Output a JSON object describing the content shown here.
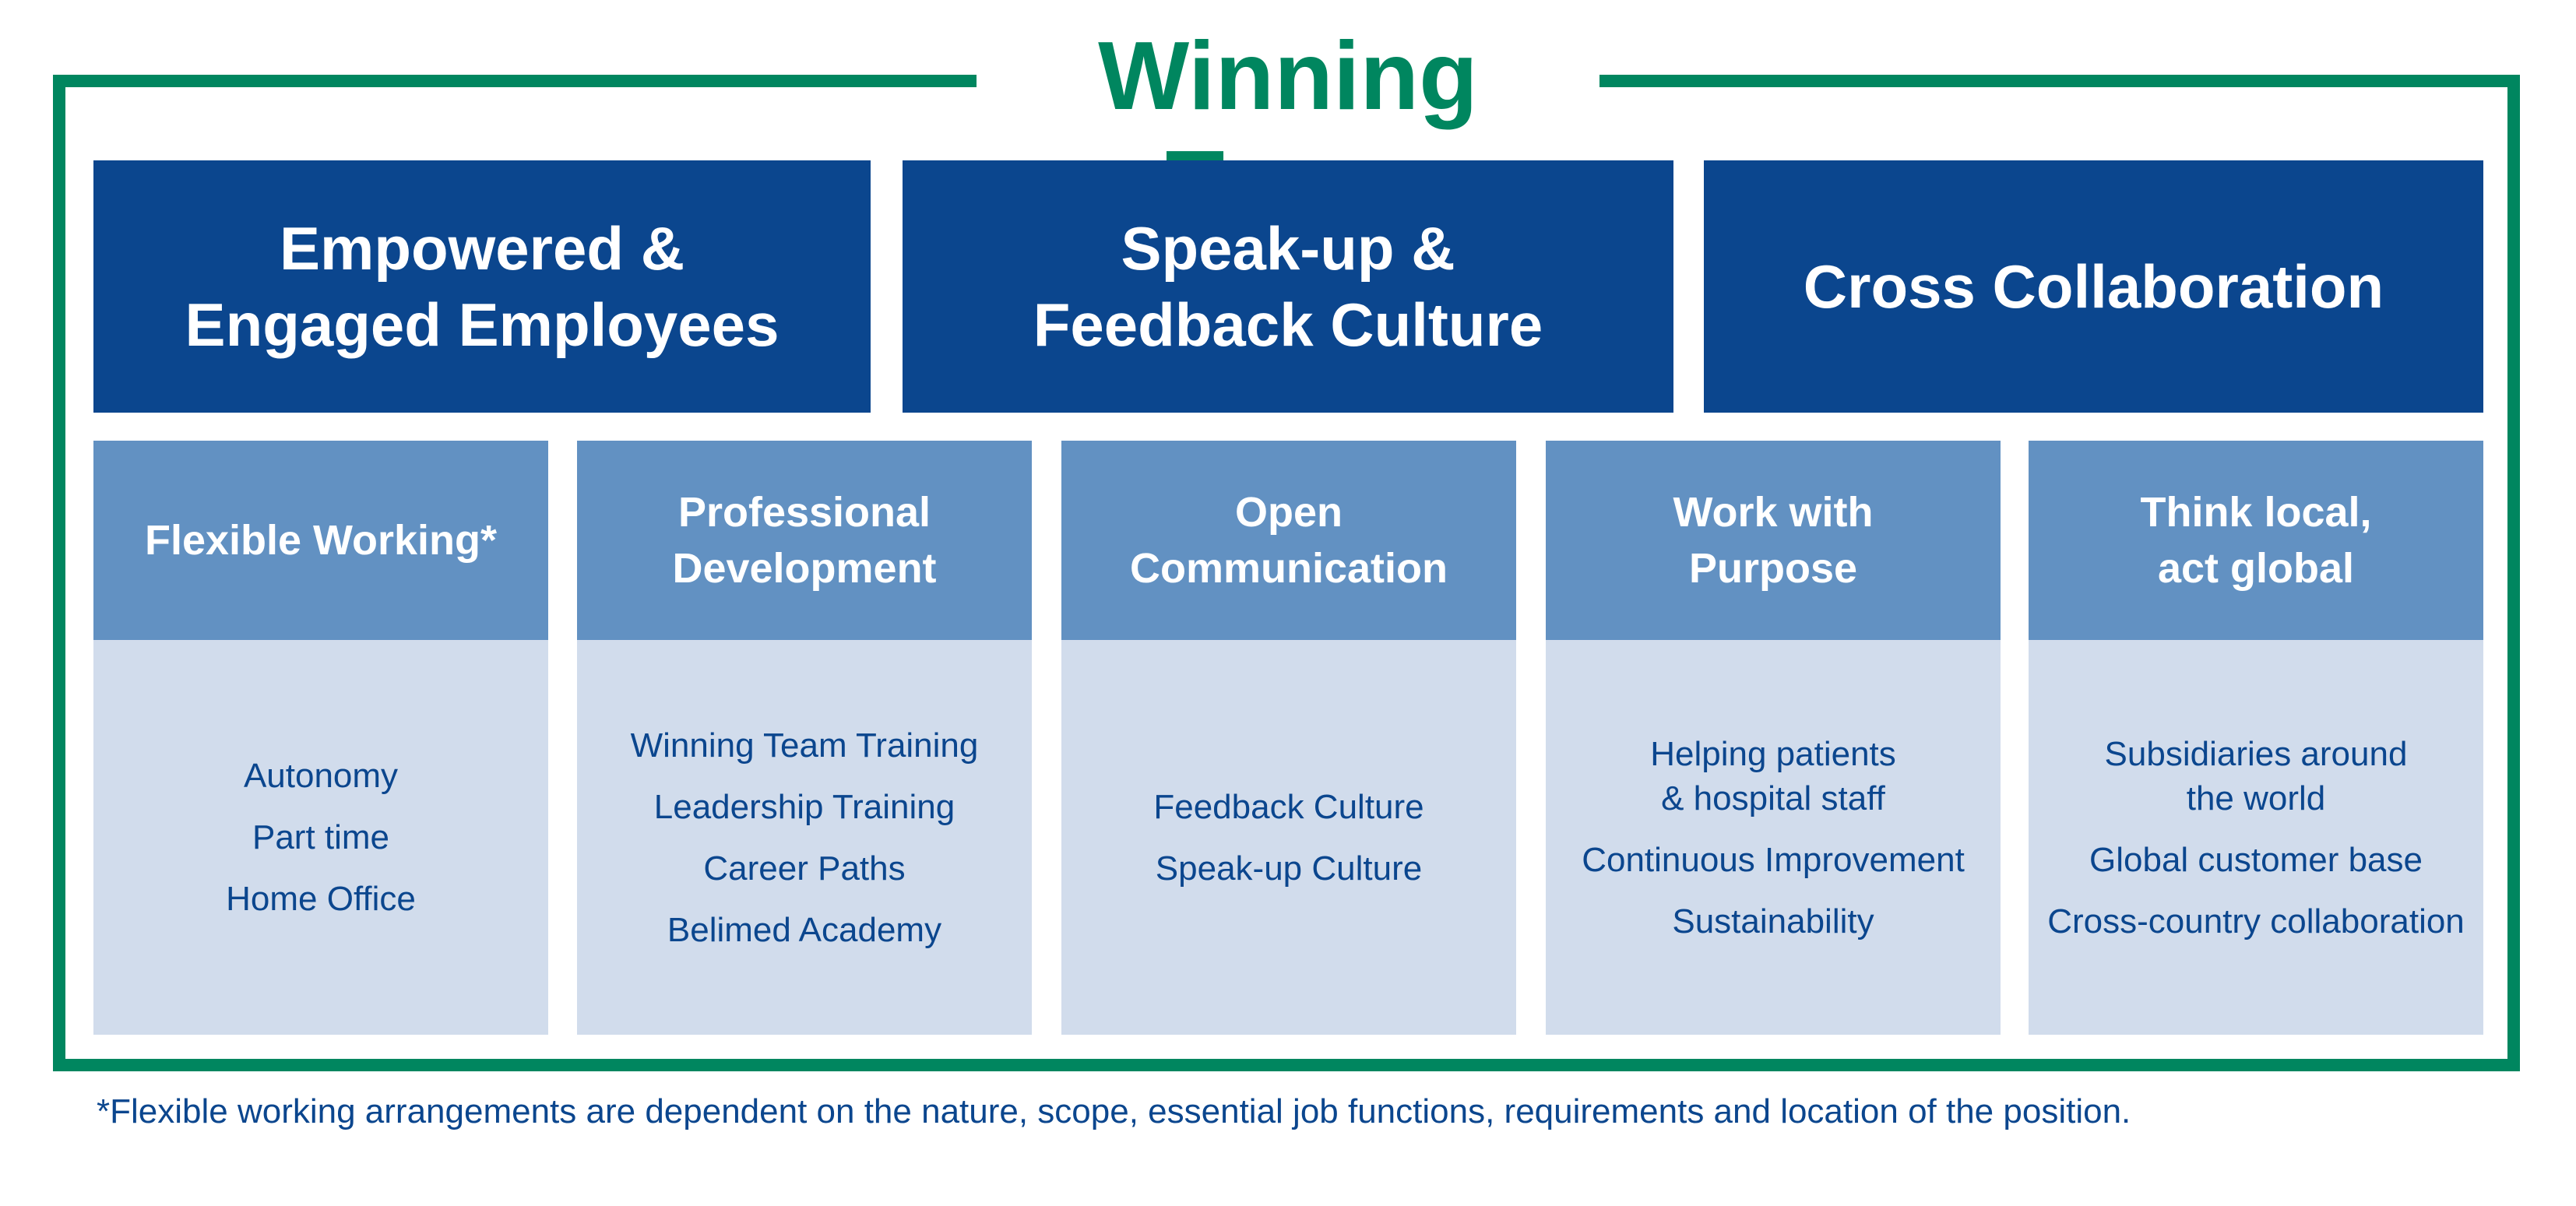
{
  "title": "Winning Team",
  "pillars": [
    {
      "label": "Empowered &\nEngaged Employees"
    },
    {
      "label": "Speak-up &\nFeedback Culture"
    },
    {
      "label": "Cross Collaboration"
    }
  ],
  "columns": [
    {
      "header": "Flexible Working*",
      "items": [
        "Autonomy",
        "Part time",
        "Home Office"
      ]
    },
    {
      "header": "Professional\nDevelopment",
      "items": [
        "Winning Team Training",
        "Leadership Training",
        "Career Paths",
        "Belimed Academy"
      ]
    },
    {
      "header": "Open\nCommunication",
      "items": [
        "Feedback  Culture",
        "Speak-up Culture"
      ]
    },
    {
      "header": "Work with\nPurpose",
      "items": [
        "Helping patients\n& hospital staff",
        "Continuous Improvement",
        "Sustainability"
      ]
    },
    {
      "header": "Think local,\nact global",
      "items": [
        "Subsidiaries around\nthe world",
        "Global customer base",
        "Cross-country collaboration"
      ]
    }
  ],
  "footnote": "*Flexible working arrangements are dependent on the nature, scope, essential job functions, requirements and location of the position.",
  "colors": {
    "frame_green": "#00865f",
    "pillar_blue": "#0b468e",
    "header_blue": "#6291c2",
    "body_blue": "#d1dcec"
  }
}
